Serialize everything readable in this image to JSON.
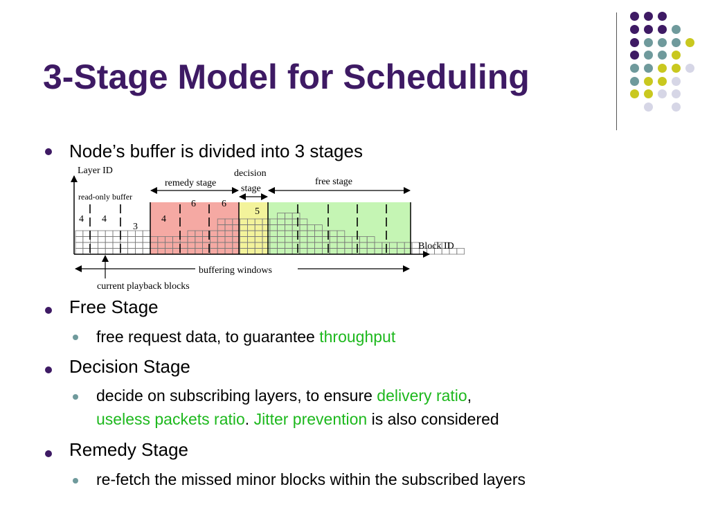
{
  "slide": {
    "title": "3-Stage Model for Scheduling",
    "bullets": [
      {
        "text": "Node’s buffer is divided into 3 stages"
      },
      {
        "text": "Free Stage"
      },
      {
        "text": "Decision Stage"
      },
      {
        "text": "Remedy Stage"
      }
    ],
    "sub": {
      "free": {
        "pre": "free request data, to guarantee ",
        "hl": "throughput"
      },
      "decision": {
        "pre": "decide on subscribing layers, to ensure ",
        "hl1": "delivery ratio",
        "sep": ",",
        "hl2": "useless packets ratio",
        "dot": ". ",
        "hl3": "Jitter prevention",
        "post": " is also considered"
      },
      "remedy": {
        "text": "re-fetch the missed minor blocks within the subscribed layers"
      }
    }
  },
  "diagram": {
    "labels": {
      "y_axis": "Layer ID",
      "x_axis": "Block ID",
      "read_only": "read-only buffer",
      "remedy": "remedy stage",
      "decision_1": "decision",
      "decision_2": "stage",
      "free": "free stage",
      "windows": "buffering windows",
      "playback": "current playback blocks"
    },
    "block_numbers": [
      "4",
      "4",
      "3",
      "4",
      "6",
      "6",
      "5"
    ],
    "stage_colors": {
      "remedy": "#f5a9a3",
      "decision": "#f3f39b",
      "free": "#c5f5b4"
    }
  },
  "theme": {
    "title_color": "#3e1a64",
    "highlight_color": "#1db81d",
    "dot_colors": [
      "#3e1a64",
      "#6f9a9c",
      "#c9c81f",
      "#d6d6e6"
    ]
  }
}
